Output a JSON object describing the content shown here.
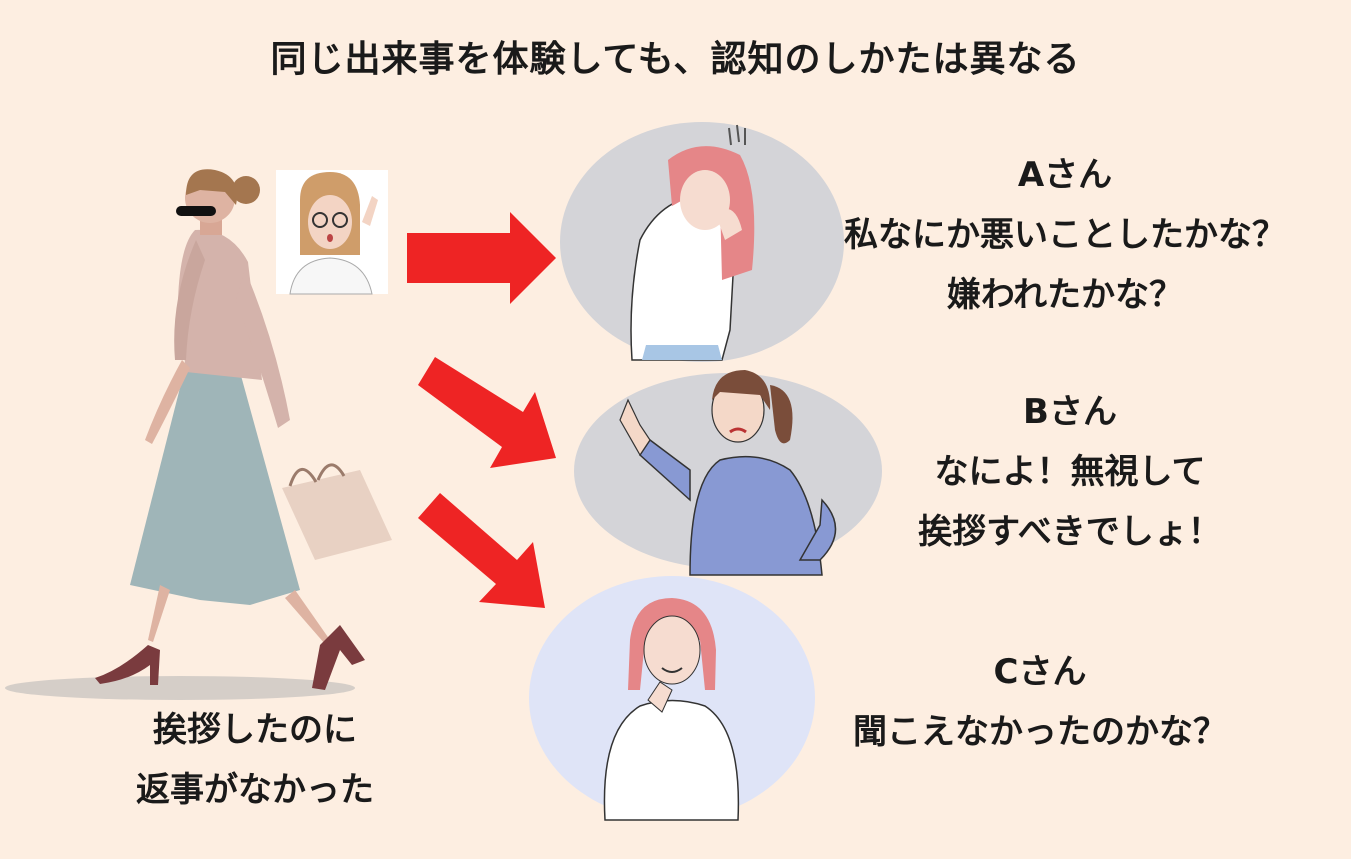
{
  "title": "同じ出来事を体験しても、認知のしかたは異なる",
  "event": {
    "line1": "挨拶したのに",
    "line2": "返事がなかった"
  },
  "persons": [
    {
      "name": "Aさん",
      "lines": [
        "私なにか悪いことしたかな？",
        "嫌われたかな？"
      ]
    },
    {
      "name": "Bさん",
      "lines": [
        "なによ！無視して",
        "挨拶すべきでしょ！"
      ]
    },
    {
      "name": "Cさん",
      "lines": [
        "聞こえなかったのかな？"
      ]
    }
  ],
  "colors": {
    "background": "#fdeee1",
    "arrow": "#ee2424",
    "bubble_a": "#d4d4d8",
    "bubble_b": "#d4d4d8",
    "bubble_c": "#dfe4f7"
  }
}
